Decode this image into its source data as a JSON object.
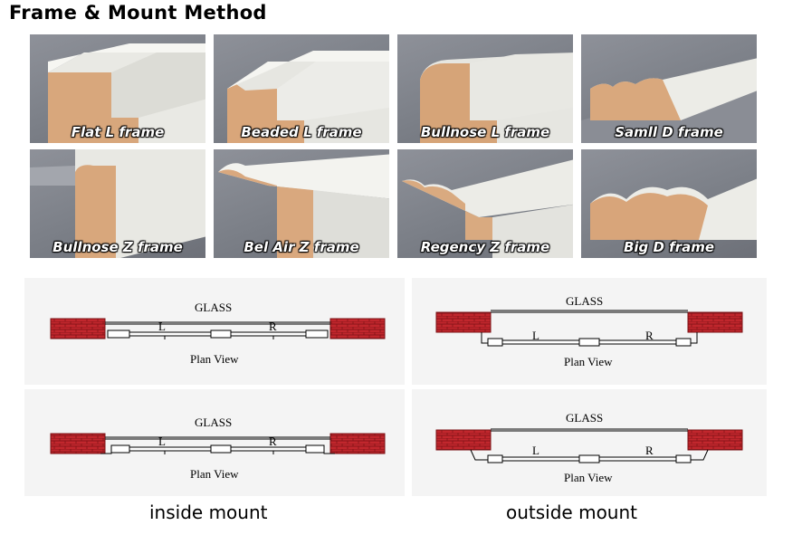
{
  "title": "Frame & Mount Method",
  "frames": [
    {
      "label": "Flat L frame"
    },
    {
      "label": "Beaded L frame"
    },
    {
      "label": "Bullnose L frame"
    },
    {
      "label": "Samll D frame"
    },
    {
      "label": "Bullnose Z frame"
    },
    {
      "label": "Bel Air Z frame"
    },
    {
      "label": "Regency Z frame"
    },
    {
      "label": "Big D frame"
    }
  ],
  "plans": {
    "glass_label": "GLASS",
    "left_label": "L",
    "right_label": "R",
    "view_label": "Plan View"
  },
  "mounts": {
    "inside": "inside mount",
    "outside": "outside mount"
  },
  "colors": {
    "brick": "#c1272d",
    "wood": "#d8a77c",
    "paint": "#eeeeea",
    "backdrop": "#80838b"
  }
}
